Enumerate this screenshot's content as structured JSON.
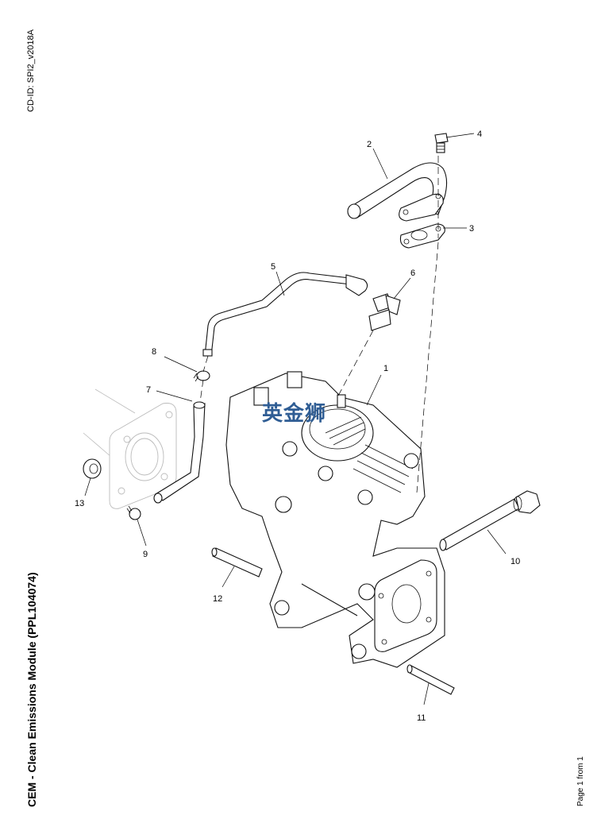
{
  "document": {
    "cd_id": "CD-ID: SPI2_v2018A",
    "title": "CEM - Clean Emissions Module (PPL104074)",
    "page_info": "Page 1 from 1",
    "watermark": "英金狮"
  },
  "callouts": [
    {
      "id": "1",
      "label": "1"
    },
    {
      "id": "2",
      "label": "2"
    },
    {
      "id": "3",
      "label": "3"
    },
    {
      "id": "4",
      "label": "4"
    },
    {
      "id": "5",
      "label": "5"
    },
    {
      "id": "6",
      "label": "6"
    },
    {
      "id": "7",
      "label": "7"
    },
    {
      "id": "8",
      "label": "8"
    },
    {
      "id": "9",
      "label": "9"
    },
    {
      "id": "10",
      "label": "10"
    },
    {
      "id": "11",
      "label": "11"
    },
    {
      "id": "12",
      "label": "12"
    },
    {
      "id": "13",
      "label": "13"
    }
  ]
}
